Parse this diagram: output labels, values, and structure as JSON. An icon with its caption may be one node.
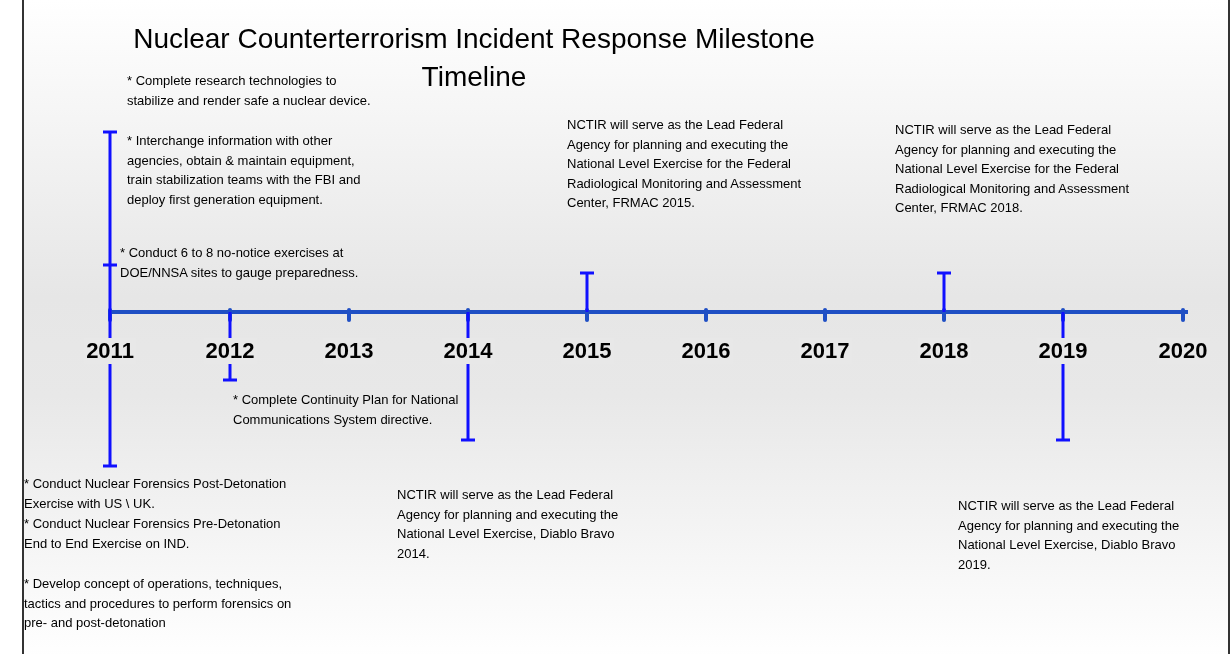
{
  "diagram": {
    "title": "Nuclear Counterterrorism Incident Response Milestone Timeline",
    "labels": [
      "* Complete research technologies to stabilize and render safe a nuclear device.",
      "* Interchange information with other agencies, obtain & maintain equipment, train stabilization teams with the FBI and deploy first generation equipment.",
      "NCTIR will serve as the Lead Federal Agency for planning and executing the National Level Exercise for the Federal Radiological Monitoring and Assessment Center, FRMAC 2015.",
      "NCTIR will serve as the Lead Federal Agency for planning and executing the National Level Exercise for the Federal Radiological Monitoring and Assessment Center, FRMAC 2018.",
      "* Conduct 6 to 8 no-notice exercises at DOE/NNSA sites to gauge preparedness.",
      "2011",
      "2012",
      "2013",
      "2014",
      "2015",
      "2016",
      "2017",
      "2018",
      "2019",
      "2020",
      "* Complete Continuity Plan for National Communications System directive.",
      "* Conduct Nuclear Forensics Post-Detonation Exercise with US \\ UK.",
      "NCTIR will serve as the Lead Federal Agency for planning and executing the National Level Exercise, Diablo Bravo 2014.",
      "* Conduct Nuclear Forensics Pre-Detonation End to End Exercise on IND.",
      "* Develop concept of operations, techniques, tactics and procedures to perform forensics on pre- and post-detonation",
      "NCTIR will serve as the Lead Federal Agency for planning and executing the National Level Exercise, Diablo Bravo 2019."
    ]
  }
}
